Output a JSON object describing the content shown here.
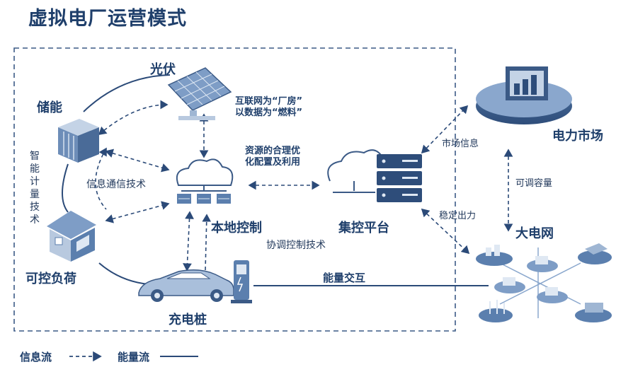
{
  "title": "虚拟电厂运营模式",
  "nodes": {
    "solar": "光伏",
    "storage": "储能",
    "load": "可控负荷",
    "charger": "充电桩",
    "local_control": "本地控制",
    "central_platform": "集控平台",
    "power_market": "电力市场",
    "grid": "大电网"
  },
  "annotations": {
    "internet_line1": "互联网为“厂房”",
    "internet_line2": "以数据为“燃料”",
    "resource_line1": "资源的合理优",
    "resource_line2": "化配置及利用",
    "info_comm": "信息通信技术",
    "smart_meter": "智能计量技术",
    "coord_control": "协调控制技术",
    "market_info": "市场信息",
    "adjustable_capacity": "可调容量",
    "stable_output": "稳定出力",
    "energy_exchange": "能量交互"
  },
  "legend": {
    "info_flow": "信息流",
    "energy_flow": "能量流"
  },
  "colors": {
    "primary": "#1f3f6b",
    "icon_fill": "#5b7fae",
    "icon_light": "#9fb6d3",
    "line": "#2b4a78"
  }
}
